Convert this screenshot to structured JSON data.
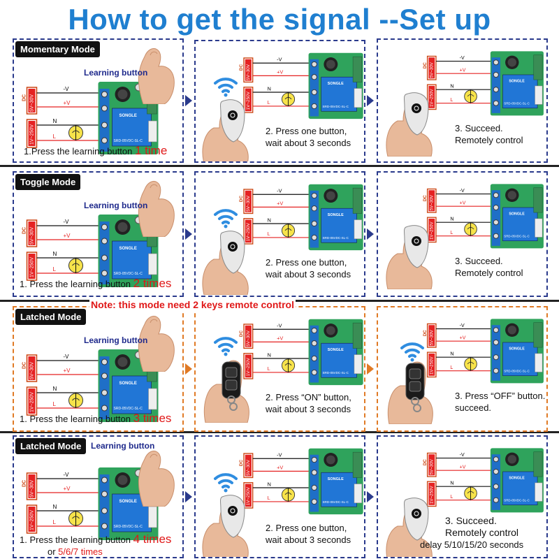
{
  "title": "How to get the signal --Set up",
  "circuit_labels": {
    "dc": "DC",
    "v1": "5V~30V",
    "v2": "1V~250V",
    "neg": "-V",
    "pos": "+V",
    "n": "N",
    "l": "L",
    "relay": "SRD-05VDC-SL-C",
    "brand": "SONGLE"
  },
  "sections": [
    {
      "mode": "Momentary Mode",
      "learning_button": "Learning button",
      "step1_text": "1.Press the learning button ",
      "step1_highlight": "1 time",
      "step2_line1": "2. Press one button,",
      "step2_line2": "wait about 3 seconds",
      "step3_line1": "3.  Succeed.",
      "step3_line2": "Remotely control"
    },
    {
      "mode": "Toggle Mode",
      "learning_button": "Learning button",
      "step1_text": "1. Press the learning button ",
      "step1_highlight": "2 times",
      "step2_line1": "2. Press one button,",
      "step2_line2": "wait about 3 seconds",
      "step3_line1": "3.  Succeed.",
      "step3_line2": "Remotely control"
    },
    {
      "mode": "Latched Mode",
      "note": "Note: this mode need 2 keys remote control",
      "learning_button": "Learning button",
      "step1_text": "1. Press the learning button ",
      "step1_highlight": "3 times",
      "step2_line1": "2. Press “ON” button,",
      "step2_line2": "wait about 3 seconds",
      "step3_line1": "3.  Press  “OFF” button.",
      "step3_line2": "succeed."
    },
    {
      "mode": "Latched Mode",
      "learning_button": "Learning button",
      "step1_text": "1. Press the learning button ",
      "step1_highlight": "4 times",
      "step1_line2_prefix": "or ",
      "step1_line2_highlight": "5/6/7 times",
      "step2_line1": "2. Press one button,",
      "step2_line2": "wait about 3 seconds",
      "step3_line1": "3.  Succeed.",
      "step3_line2": "Remotely control",
      "step3_line3": "delay 5/10/15/20 seconds"
    }
  ],
  "colors": {
    "title": "#1f7fd0",
    "panel_border": "#2a3a8c",
    "orange_border": "#e07a25",
    "highlight": "#e01818",
    "board": "#2fa35c",
    "relay": "#1f6fc7"
  }
}
